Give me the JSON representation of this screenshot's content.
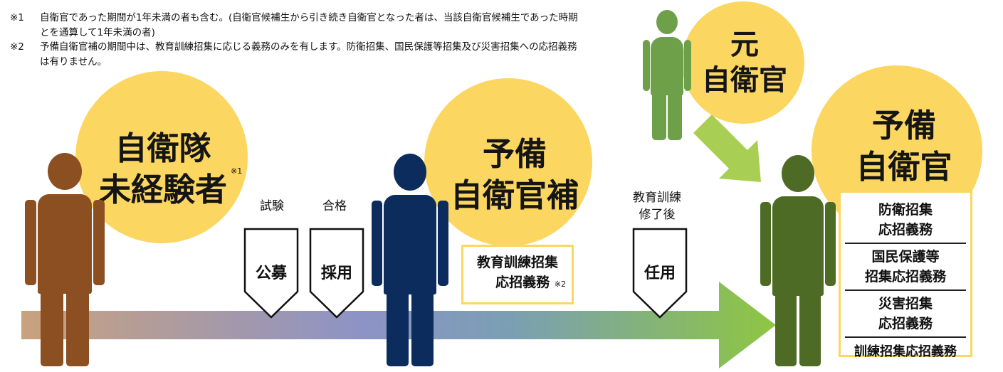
{
  "notes": [
    {
      "mark": "※1",
      "text": "自衛官であった期間が1年未満の者も含む。(自衛官候補生から引き続き自衛官となった者は、当該自衛官候補生であった時期とを通算して1年未満の者)"
    },
    {
      "mark": "※2",
      "text": "予備自衛官補の期間中は、教育訓練招集に応じる義務のみを有します。防衛招集、国民保護等招集及び災害招集への応招義務は有りません。"
    }
  ],
  "stages": {
    "inexperienced": {
      "line1": "自衛隊",
      "line2": "未経験者",
      "mark": "※1",
      "color": "#8b4f22"
    },
    "candidate": {
      "line1": "予備",
      "line2": "自衛官補",
      "color": "#0b2c5c"
    },
    "former": {
      "line1": "元",
      "line2": "自衛官",
      "color": "#6ea049"
    },
    "reserve": {
      "line1": "予備",
      "line2": "自衛官",
      "color": "#4d6b24"
    }
  },
  "steps": {
    "exam": {
      "label": "試験",
      "box": "公募"
    },
    "pass": {
      "label": "合格",
      "box": "採用"
    },
    "training_done": {
      "label_line1": "教育訓練",
      "label_line2": "修了後",
      "box": "任用"
    }
  },
  "candidate_duty": {
    "line1": "教育訓練招集",
    "line2": "応招義務",
    "mark": "※2"
  },
  "reserve_duties": [
    {
      "line1": "防衛招集",
      "line2": "応招義務"
    },
    {
      "line1": "国民保護等",
      "line2": "招集応招義務"
    },
    {
      "line1": "災害招集",
      "line2": "応招義務"
    },
    {
      "line1": "訓練招集応招義務",
      "line2": ""
    }
  ],
  "colors": {
    "circle": "#fbd660",
    "arrow_start": "#c9a27e",
    "arrow_mid": "#7f93c4",
    "arrow_end": "#8ec641",
    "diag_arrow": "#a8cf53"
  }
}
